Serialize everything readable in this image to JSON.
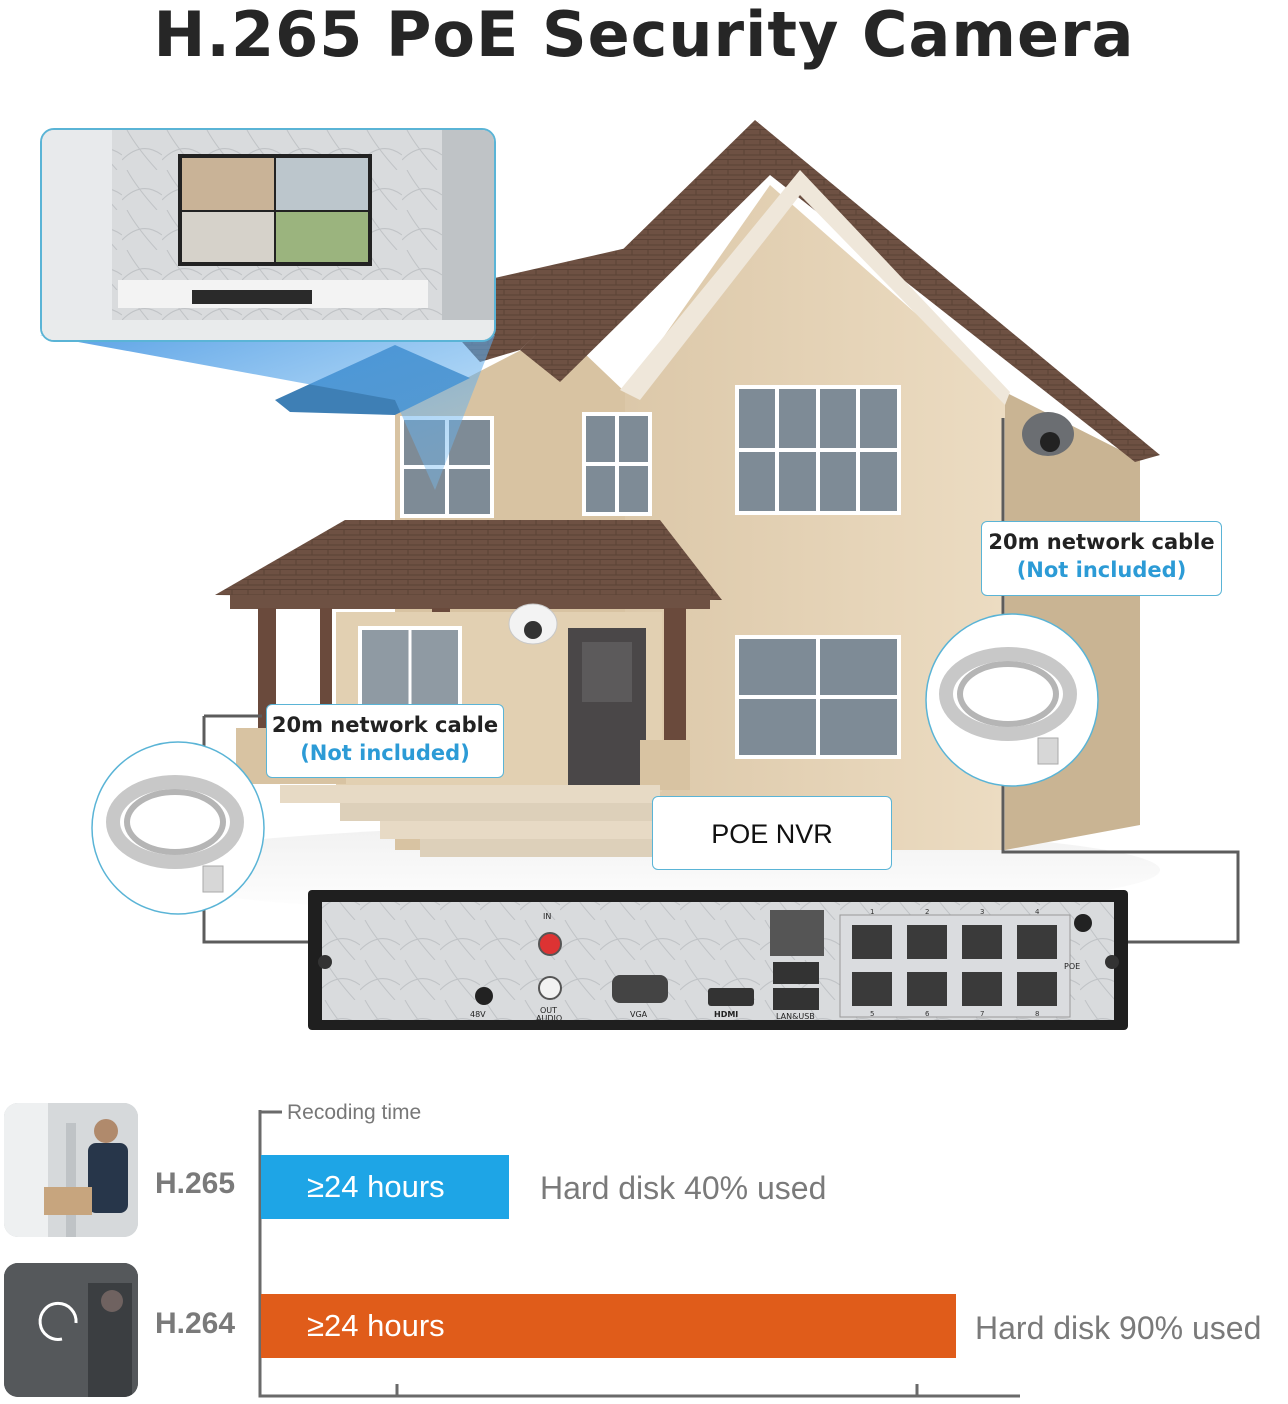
{
  "header": {
    "title": "H.265 PoE Security Camera"
  },
  "callouts": {
    "left": {
      "line1": "20m network cable",
      "line2": "(Not included)"
    },
    "right": {
      "line1": "20m network cable",
      "line2": "(Not included)"
    },
    "nvr": {
      "label": "POE NVR"
    }
  },
  "nvr_panel": {
    "labels": {
      "in": "IN",
      "out": "OUT",
      "audio": "AUDIO",
      "power": "48V",
      "vga": "VGA",
      "hdmi": "HDMI",
      "lan_usb": "LAN&USB",
      "poe": "POE"
    },
    "port_numbers_top": [
      "1",
      "2",
      "3",
      "4"
    ],
    "port_numbers_bottom": [
      "5",
      "6",
      "7",
      "8"
    ]
  },
  "comparison": {
    "title": "Recoding time",
    "rows": [
      {
        "codec": "H.265",
        "bar_label": "≥24 hours",
        "usage": "Hard disk 40% used",
        "color": "#1ea5e6"
      },
      {
        "codec": "H.264",
        "bar_label": "≥24 hours",
        "usage": "Hard disk 90% used",
        "color": "#e05c1a"
      }
    ]
  },
  "colors": {
    "accent_blue": "#2c9bd6",
    "house_wall": "#e4d3b7",
    "roof": "#6e5143",
    "nvr_body": "#c9ccd1"
  }
}
